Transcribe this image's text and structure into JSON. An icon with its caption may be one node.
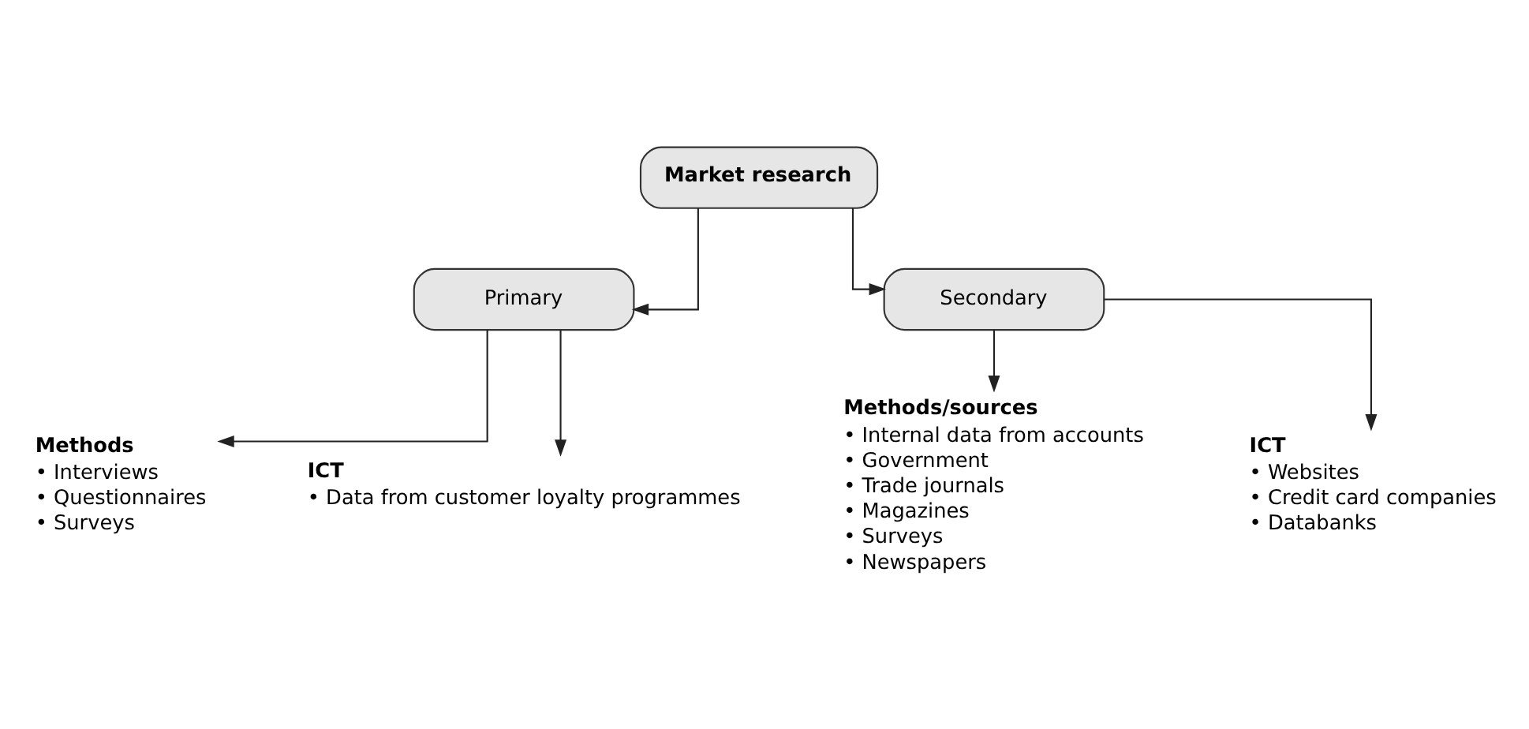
{
  "diagram": {
    "nodes": [
      {
        "text": [
          "Market research"
        ]
      },
      {
        "text": [
          "Primary"
        ]
      },
      {
        "text": [
          "Secondary"
        ]
      },
      {
        "text": [
          "Methods",
          "• Interviews",
          "• Questionnaires",
          "• Surveys"
        ]
      },
      {
        "text": [
          "ICT",
          "• Data from customer loyalty programmes"
        ]
      },
      {
        "text": [
          "Methods/sources",
          "• Internal data from accounts",
          "• Government",
          "• Trade journals",
          "• Magazines",
          "• Surveys",
          "• Newspapers"
        ]
      },
      {
        "text": [
          "ICT",
          "• Websites",
          "• Credit card companies",
          "• Databanks"
        ]
      }
    ],
    "edges": [
      {
        "from": 0,
        "to": 1,
        "arrow": "to"
      },
      {
        "from": 0,
        "to": 2,
        "arrow": "to"
      },
      {
        "from": 1,
        "to": 3,
        "arrow": "to"
      },
      {
        "from": 1,
        "to": 4,
        "arrow": "to"
      },
      {
        "from": 2,
        "to": 5,
        "arrow": "to"
      },
      {
        "from": 2,
        "to": 6,
        "arrow": "to"
      }
    ]
  }
}
